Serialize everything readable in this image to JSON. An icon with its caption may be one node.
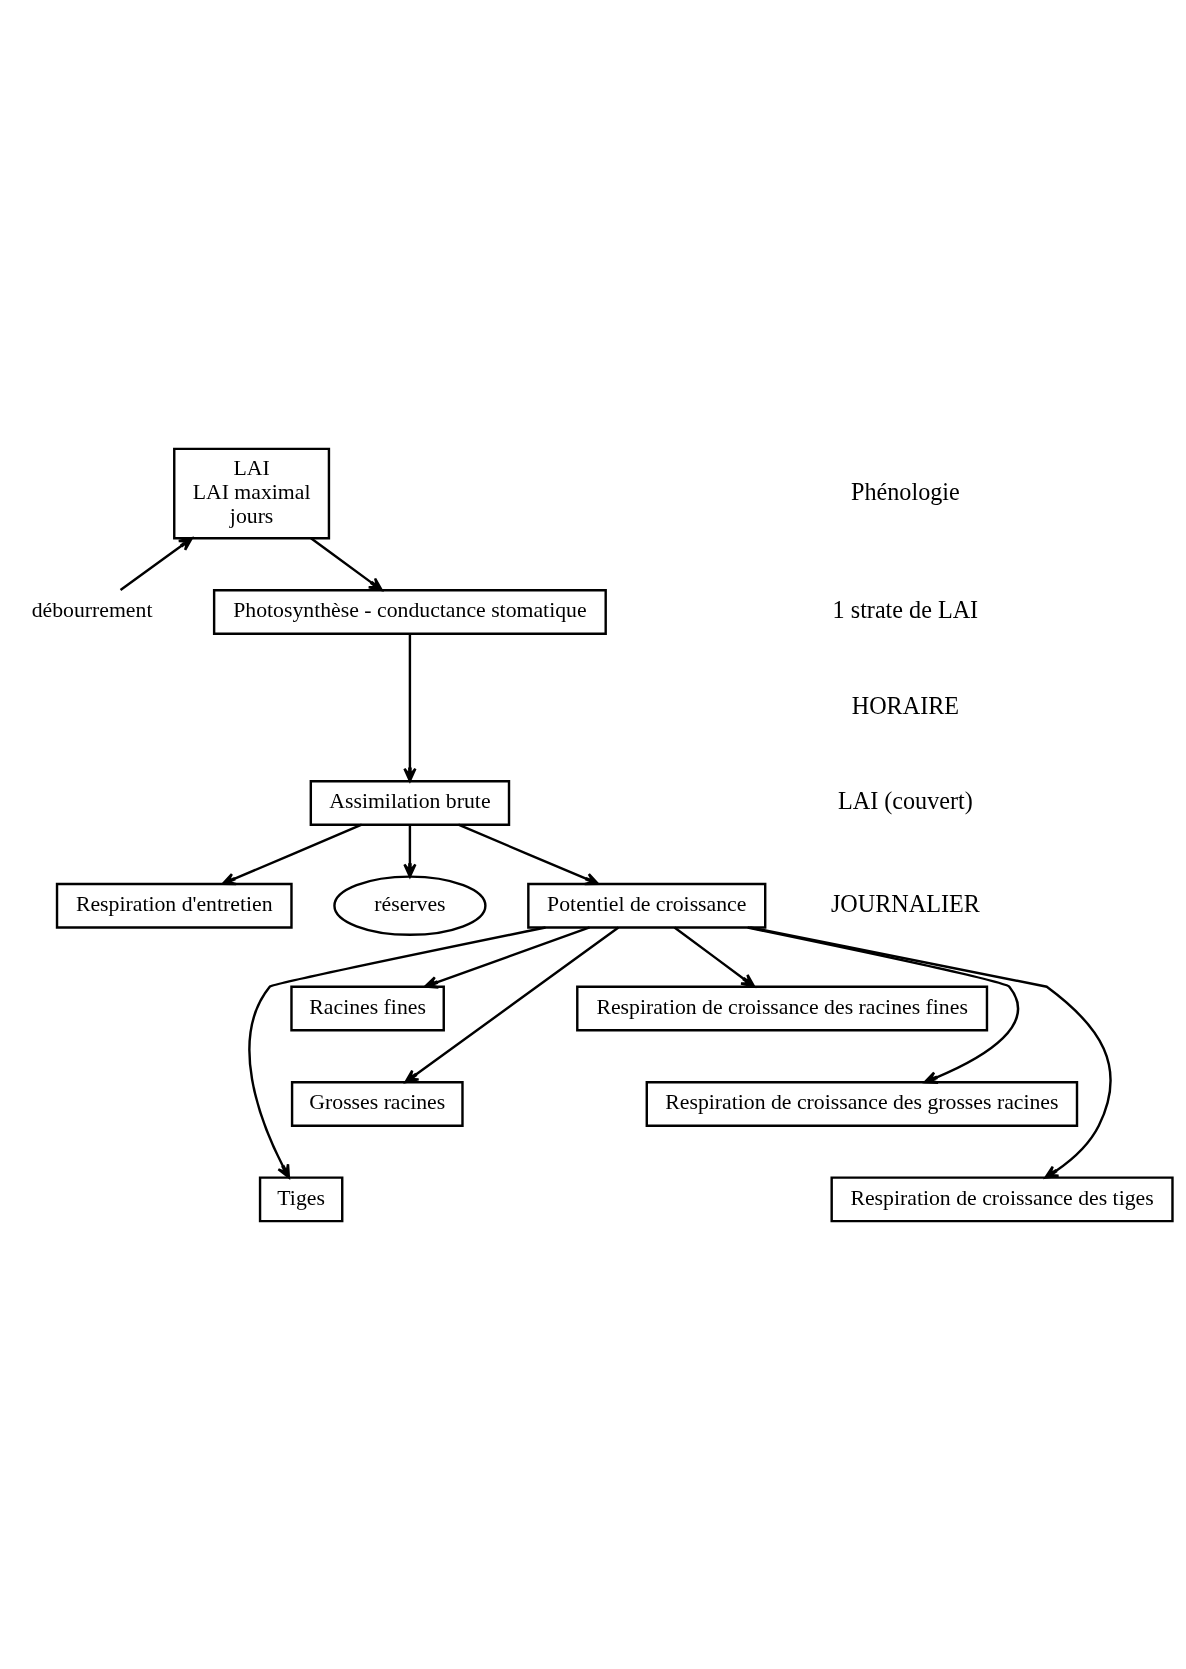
{
  "diagram": {
    "nodes": [
      {
        "text": [
          "LAI",
          "LAI maximal",
          "jours"
        ]
      },
      {
        "text": [
          "débourrement"
        ]
      },
      {
        "text": [
          "Photosynthèse - conductance stomatique"
        ]
      },
      {
        "text": [
          "Assimilation brute"
        ]
      },
      {
        "text": [
          "Respiration d'entretien"
        ]
      },
      {
        "text": [
          "réserves"
        ]
      },
      {
        "text": [
          "Potentiel de croissance"
        ]
      },
      {
        "text": [
          "Racines fines"
        ]
      },
      {
        "text": [
          "Respiration de croissance des racines fines"
        ]
      },
      {
        "text": [
          "Grosses racines"
        ]
      },
      {
        "text": [
          "Respiration de croissance des grosses racines"
        ]
      },
      {
        "text": [
          "Tiges"
        ]
      },
      {
        "text": [
          "Respiration de croissance des tiges"
        ]
      }
    ],
    "edges": [
      {
        "from": 1,
        "to": 0,
        "arrow": "to"
      },
      {
        "from": 0,
        "to": 2,
        "arrow": "to"
      },
      {
        "from": 2,
        "to": 3,
        "arrow": "to"
      },
      {
        "from": 3,
        "to": 4,
        "arrow": "to"
      },
      {
        "from": 3,
        "to": 6,
        "arrow": "to"
      },
      {
        "from": 3,
        "to": 5,
        "arrow": "to"
      },
      {
        "from": 6,
        "to": 7,
        "arrow": "to"
      },
      {
        "from": 6,
        "to": 8,
        "arrow": "to"
      },
      {
        "from": 6,
        "to": 9,
        "arrow": "to"
      },
      {
        "from": 6,
        "to": 10,
        "arrow": "to"
      },
      {
        "from": 6,
        "to": 11,
        "arrow": "to"
      },
      {
        "from": 6,
        "to": 12,
        "arrow": "to"
      }
    ],
    "labels": [
      "Phénologie",
      "1 strate de LAI",
      "HORAIRE",
      "LAI (couvert)",
      "JOURNALIER"
    ]
  }
}
